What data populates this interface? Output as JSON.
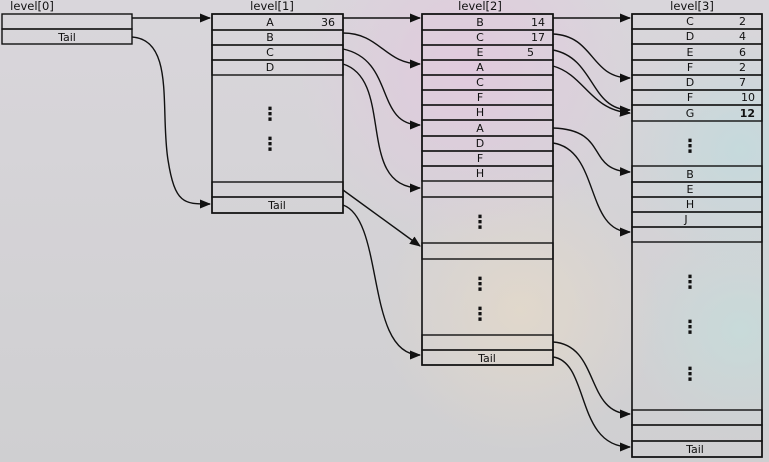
{
  "headers": [
    "level[0]",
    "level[1]",
    "level[2]",
    "level[3]"
  ],
  "level0": {
    "tail": "Tail"
  },
  "level1": {
    "entries": [
      {
        "key": "A",
        "val": "36"
      },
      {
        "key": "B",
        "val": ""
      },
      {
        "key": "C",
        "val": ""
      },
      {
        "key": "D",
        "val": ""
      }
    ],
    "tail": "Tail"
  },
  "level2": {
    "entries": [
      {
        "key": "B",
        "val": "14"
      },
      {
        "key": "C",
        "val": "17"
      },
      {
        "key": "E",
        "val": "5"
      },
      {
        "key": "A",
        "val": ""
      },
      {
        "key": "C",
        "val": ""
      },
      {
        "key": "F",
        "val": ""
      },
      {
        "key": "H",
        "val": ""
      },
      {
        "key": "A",
        "val": ""
      },
      {
        "key": "D",
        "val": ""
      },
      {
        "key": "F",
        "val": ""
      },
      {
        "key": "H",
        "val": ""
      }
    ],
    "tail": "Tail"
  },
  "level3": {
    "entries": [
      {
        "key": "C",
        "val": "2"
      },
      {
        "key": "D",
        "val": "4"
      },
      {
        "key": "E",
        "val": "6"
      },
      {
        "key": "F",
        "val": "2"
      },
      {
        "key": "D",
        "val": "7"
      },
      {
        "key": "F",
        "val": "10"
      },
      {
        "key": "G",
        "val": "12"
      }
    ],
    "entries2": [
      {
        "key": "B"
      },
      {
        "key": "E"
      },
      {
        "key": "H"
      },
      {
        "key": "J"
      }
    ],
    "tail": "Tail"
  },
  "ellipsis": "⋮"
}
